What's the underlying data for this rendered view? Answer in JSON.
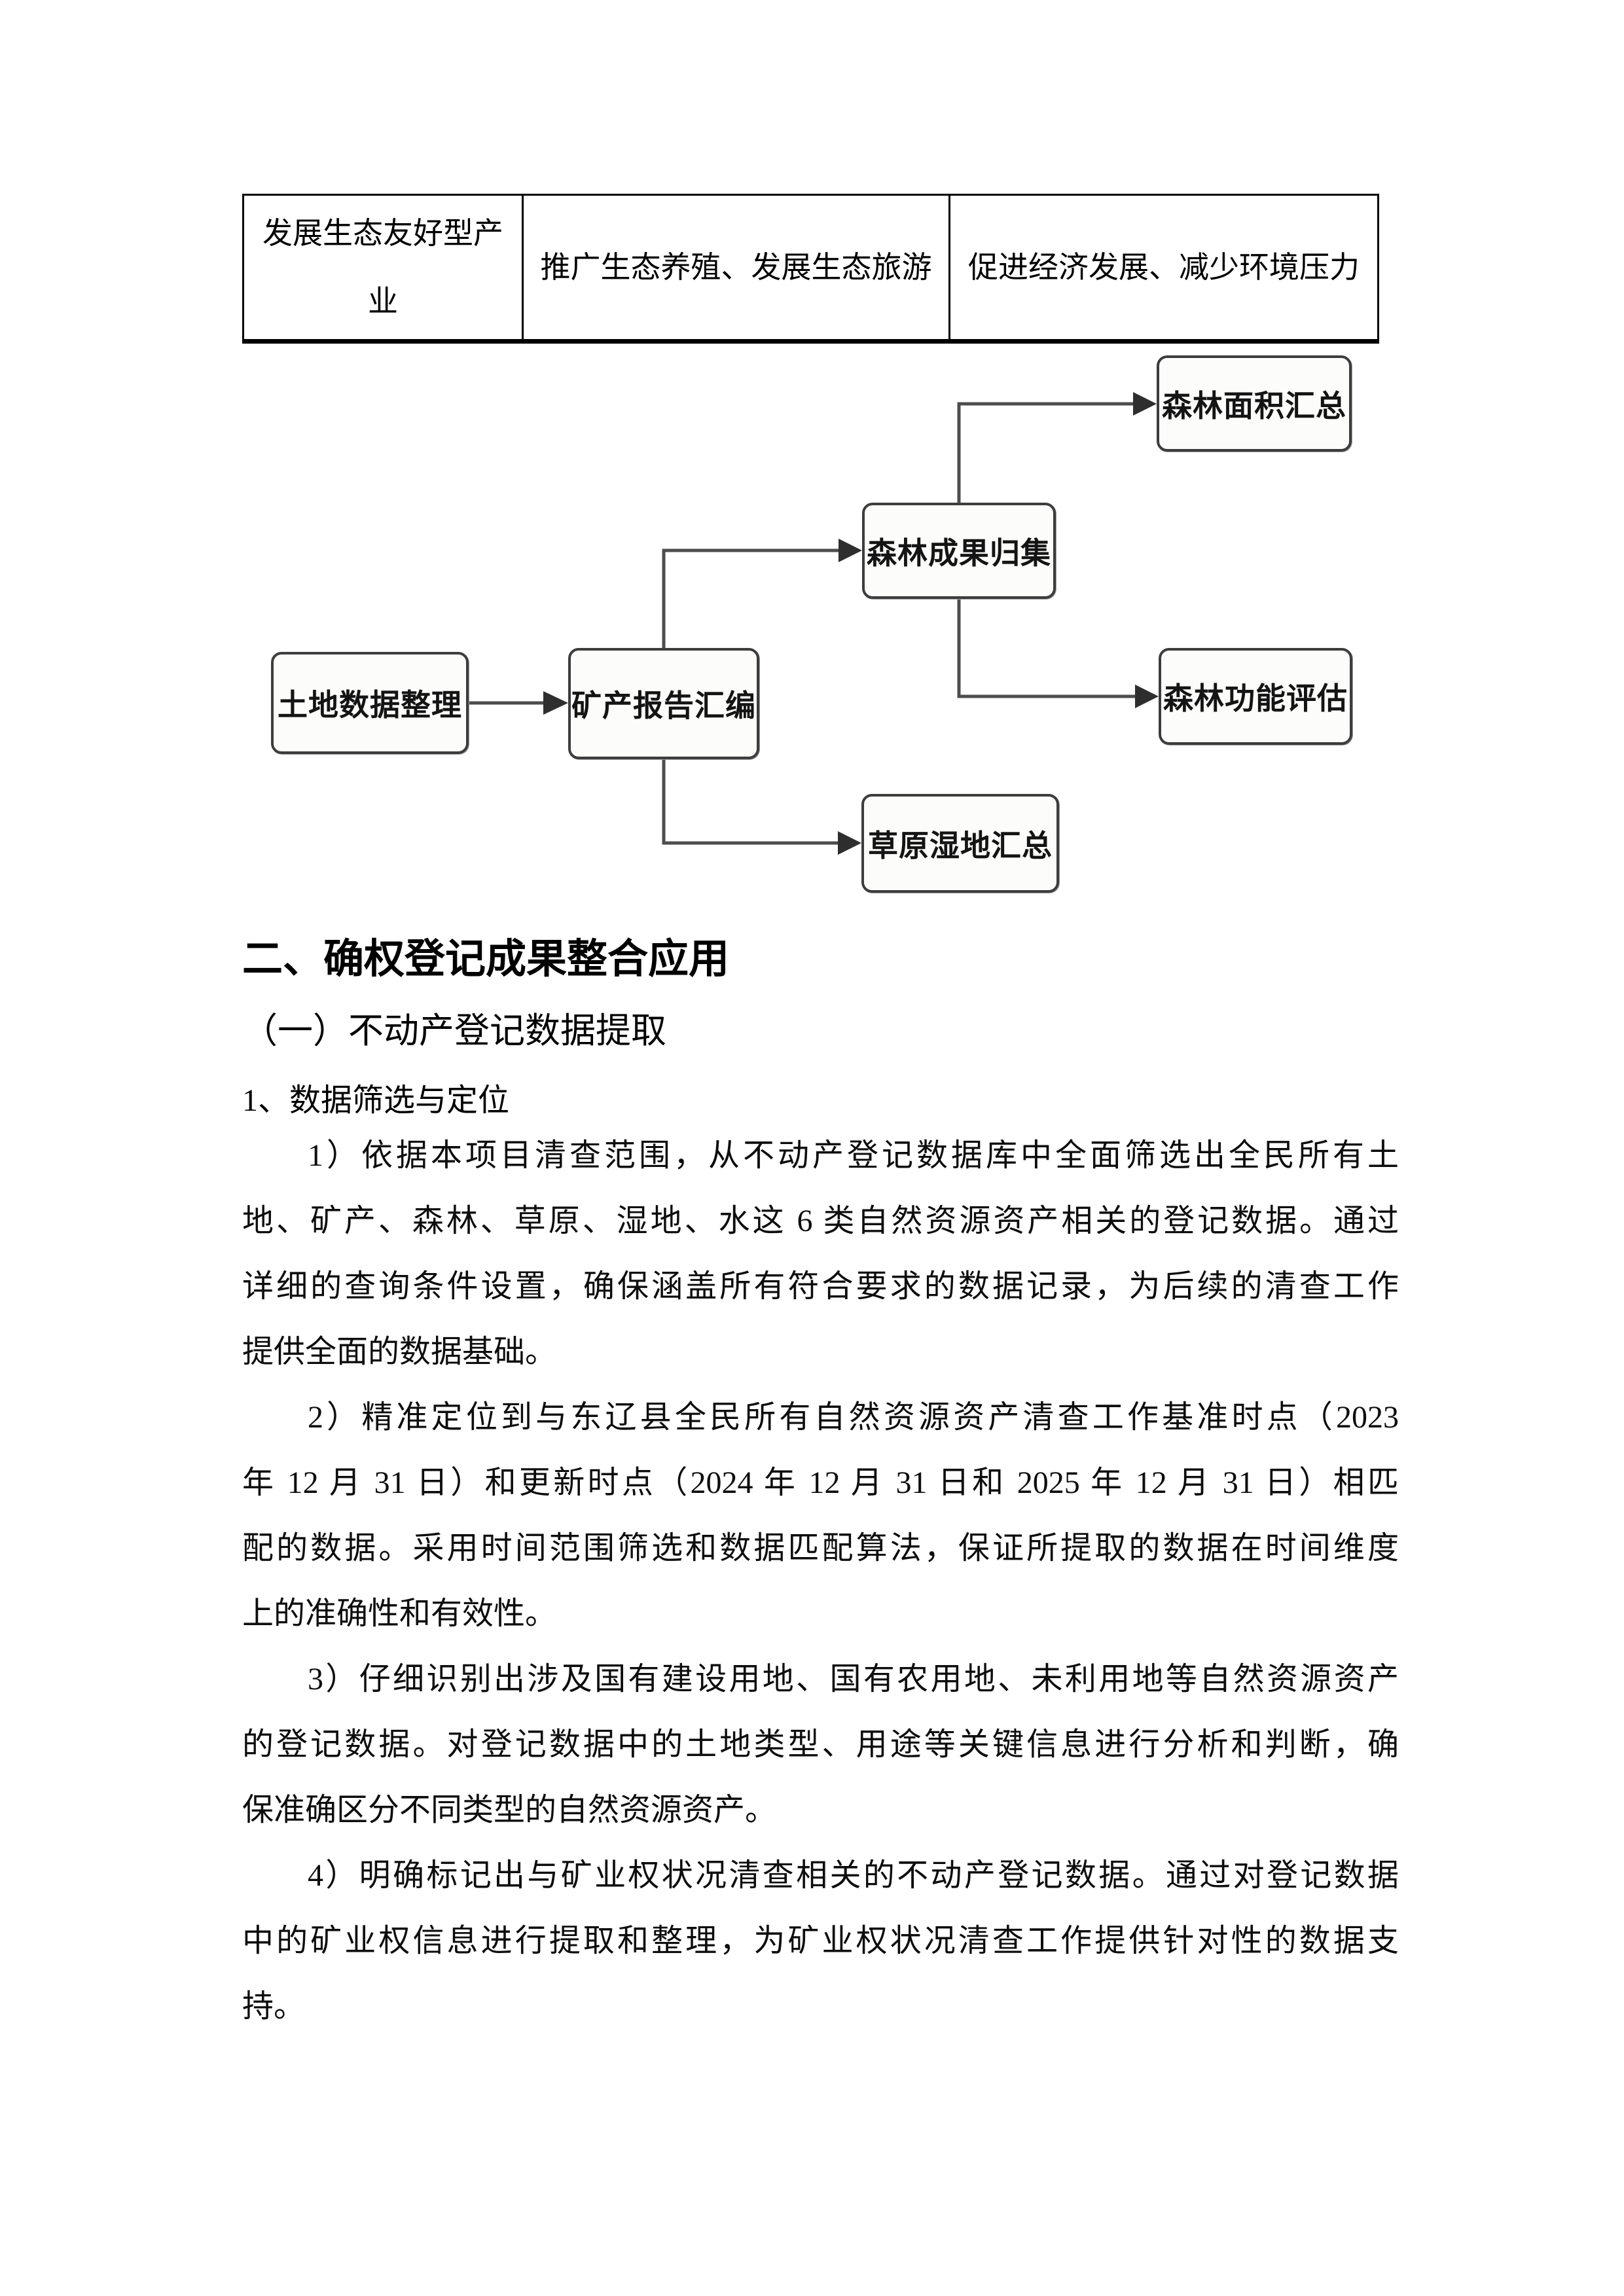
{
  "colors": {
    "table_border": "#000000",
    "flow_box_border": "#3d3d3d",
    "flow_line": "#4d4d4d",
    "text": "#000000"
  },
  "table": {
    "rows": [
      [
        "发展生态友好型产业",
        "推广生态养殖、发展生态旅游",
        "促进经济发展、减少环境压力"
      ]
    ]
  },
  "flowchart": {
    "nodes": [
      {
        "id": "land",
        "label": "土地数据整理"
      },
      {
        "id": "mineral",
        "label": "矿产报告汇编"
      },
      {
        "id": "forest_collect",
        "label": "森林成果归集"
      },
      {
        "id": "forest_area",
        "label": "森林面积汇总"
      },
      {
        "id": "forest_func",
        "label": "森林功能评估"
      },
      {
        "id": "grass_wetland",
        "label": "草原湿地汇总"
      }
    ],
    "edges": [
      "土地数据整理→矿产报告汇编",
      "矿产报告汇编→森林成果归集",
      "矿产报告汇编→草原湿地汇总",
      "森林成果归集→森林面积汇总",
      "森林成果归集→森林功能评估"
    ]
  },
  "sections": {
    "h1": "二、确权登记成果整合应用",
    "h2": "（一）不动产登记数据提取",
    "h3": "1、数据筛选与定位"
  },
  "paragraphs": [
    {
      "lines": [
        "1）依据本项目清查范围，从不动产登记数据库中全面筛选出全民所有土",
        "地、矿产、森林、草原、湿地、水这 6 类自然资源资产相关的登记数据。通过",
        "详细的查询条件设置，确保涵盖所有符合要求的数据记录，为后续的清查工作",
        "提供全面的数据基础。"
      ]
    },
    {
      "lines": [
        "2）精准定位到与东辽县全民所有自然资源资产清查工作基准时点（2023",
        "年 12 月 31 日）和更新时点（2024 年 12 月 31 日和 2025 年 12 月 31 日）相匹",
        "配的数据。采用时间范围筛选和数据匹配算法，保证所提取的数据在时间维度",
        "上的准确性和有效性。"
      ]
    },
    {
      "lines": [
        "3）仔细识别出涉及国有建设用地、国有农用地、未利用地等自然资源资产",
        "的登记数据。对登记数据中的土地类型、用途等关键信息进行分析和判断，确",
        "保准确区分不同类型的自然资源资产。"
      ]
    },
    {
      "lines": [
        "4）明确标记出与矿业权状况清查相关的不动产登记数据。通过对登记数据",
        "中的矿业权信息进行提取和整理，为矿业权状况清查工作提供针对性的数据支",
        "持。"
      ]
    }
  ]
}
